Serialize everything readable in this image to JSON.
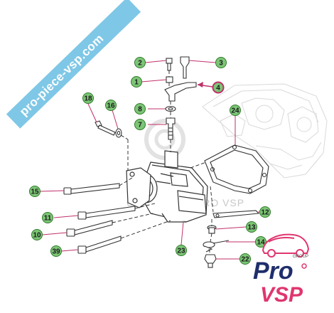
{
  "banner": {
    "text": "pro-piece-vsp.com",
    "color": "#7fc7e6"
  },
  "watermark": {
    "text": "COPYRIGHT PRO VSP"
  },
  "logo": {
    "group": "GROUP",
    "line1": "Pro",
    "line2": "VSP",
    "colors": {
      "navy": "#1f2e6b",
      "pink": "#e0366f"
    }
  },
  "callout_style": {
    "fill": "#7cc576",
    "stroke": "#2f7a2a",
    "highlight": "#c0306a"
  },
  "callouts": [
    {
      "label": "2",
      "highlight": false
    },
    {
      "label": "3",
      "highlight": false
    },
    {
      "label": "1",
      "highlight": false
    },
    {
      "label": "4",
      "highlight": true
    },
    {
      "label": "18",
      "highlight": false
    },
    {
      "label": "16",
      "highlight": false
    },
    {
      "label": "8",
      "highlight": false
    },
    {
      "label": "7",
      "highlight": false
    },
    {
      "label": "24",
      "highlight": false
    },
    {
      "label": "15",
      "highlight": false
    },
    {
      "label": "11",
      "highlight": false
    },
    {
      "label": "12",
      "highlight": false
    },
    {
      "label": "13",
      "highlight": false
    },
    {
      "label": "10",
      "highlight": false
    },
    {
      "label": "39",
      "highlight": false
    },
    {
      "label": "23",
      "highlight": false
    },
    {
      "label": "14",
      "highlight": false
    },
    {
      "label": "22",
      "highlight": false
    }
  ]
}
